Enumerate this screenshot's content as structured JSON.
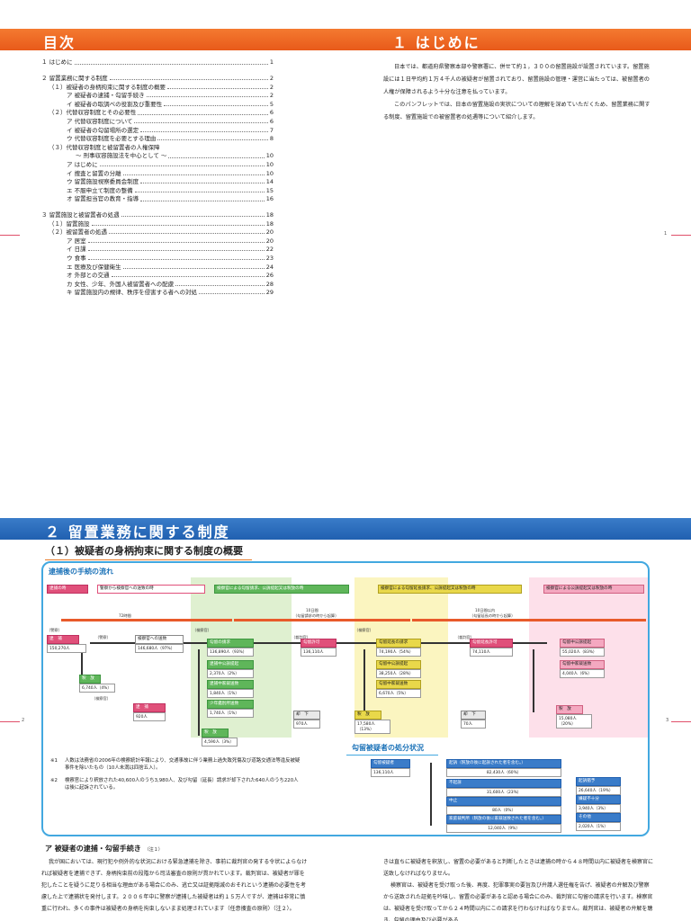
{
  "bands": {
    "toc": "目次",
    "intro": "１ はじめに",
    "section2": "２ 留置業務に関する制度"
  },
  "toc": [
    {
      "label": "１ はじめに",
      "page": "1"
    },
    {
      "label": "２ 留置業務に関する制度",
      "page": "2"
    },
    {
      "label": "（１）被疑者の身柄拘束に関する制度の概要",
      "page": "2"
    },
    {
      "label": "ア 被疑者の逮捕・勾留手続き",
      "page": "2"
    },
    {
      "label": "イ 被疑者の取調べの役割及び重要性",
      "page": "5"
    },
    {
      "label": "（２）代替収容制度とその必要性",
      "page": "6"
    },
    {
      "label": "ア 代替収容制度について",
      "page": "6"
    },
    {
      "label": "イ 被疑者の勾留場所の選定",
      "page": "7"
    },
    {
      "label": "ウ 代替収容制度を必要とする理由",
      "page": "8"
    },
    {
      "label": "（３）代替収容制度と被留置者の人権保障",
      "page": ""
    },
    {
      "label": "～ 刑事収容施設法を中心として ～",
      "page": "10"
    },
    {
      "label": "ア はじめに",
      "page": "10"
    },
    {
      "label": "イ 捜査と留置の分離",
      "page": "10"
    },
    {
      "label": "ウ 留置施設視察委員会制度",
      "page": "14"
    },
    {
      "label": "エ 不服申立て制度の整備",
      "page": "15"
    },
    {
      "label": "オ 留置担当官の教育・指導",
      "page": "16"
    },
    {
      "label": "３ 留置施設と被留置者の処遇",
      "page": "18"
    },
    {
      "label": "（１）留置施設",
      "page": "18"
    },
    {
      "label": "（２）被留置者の処遇",
      "page": "20"
    },
    {
      "label": "ア 居室",
      "page": "20"
    },
    {
      "label": "イ 日課",
      "page": "22"
    },
    {
      "label": "ウ 食事",
      "page": "23"
    },
    {
      "label": "エ 医療及び保健衛生",
      "page": "24"
    },
    {
      "label": "オ 外部との交通",
      "page": "26"
    },
    {
      "label": "カ 女性、少年、外国人被留置者への配慮",
      "page": "28"
    },
    {
      "label": "キ 留置施設内の規律、秩序を侵害する者への対処",
      "page": "29"
    }
  ],
  "intro": [
    "日本では、都道府県警察本部や警察署に、併せて約１，３００の留置施設が設置されています。留置施設には１日平均約１万４千人の被疑者が留置されており、留置施設の管理・運営に当たっては、被留置者の人権が保障されるよう十分な注意を払っています。",
    "このパンフレットでは、日本の留置施設の実状についての理解を深めていただくため、留置業務に関する制度、留置施設での被留置者の処遇等について紹介します。"
  ],
  "page_numbers": {
    "p1": "1",
    "p2": "2",
    "p3": "3"
  },
  "subheading": "（１）被疑者の身柄拘束に関する制度の概要",
  "figure": {
    "title": "逮捕後の手続の流れ",
    "arrest_time": "逮捕の時",
    "police_to_prosecutor": "警察から検察官への送致の時",
    "detention_request": "検察官による勾留請求、公訴提起又は釈放の時",
    "extension_request": "検察官による勾留延長請求、公訴提起又は釈放の時",
    "after_extension": "検察官による公訴提起又は釈放の時",
    "h72": "72時間",
    "d10": "10日間",
    "d10_note": "（勾留請求の時から起算）",
    "d10b": "10日間以内",
    "d10b_note": "（勾留延長の時から起算）",
    "police": "（警察）",
    "prosecutor": "（検察官）",
    "judge": "（裁判官）",
    "arrest": "逮　捕",
    "arrest_count": "150,270人",
    "send_prosecutor": "検察官への送致",
    "send_count": "146,680人（97%）",
    "release": "釈　放",
    "release_count": "6,740人（4%）",
    "arrest2": "逮　捕",
    "arrest2_count": "920人",
    "detain_req": "勾留の請求",
    "detain_req_count": "136,890人（93%）",
    "public_prosecution": "逮捕中公訴提起",
    "public_prosecution_count": "2,370人（2%）",
    "summary_court": "逮捕中家裁送致",
    "summary_court_count": "1,840人（1%）",
    "juvenile": "少年鑑別所送致",
    "juvenile_count": "1,740人（1%）",
    "release3": "釈　放",
    "release3_count": "4,590人（3%）",
    "detain_permit": "勾留許可",
    "detain_permit_count": "136,110人",
    "dismiss1": "却　下",
    "dismiss1_count": "970人",
    "ext_req": "勾留延長の請求",
    "ext_req_count": "74,190人（54%）",
    "detain_prosecution": "勾留中公訴提起",
    "detain_prosecution_count": "38,250人（28%）",
    "detain_family": "勾留中家裁送致",
    "detain_family_count": "6,670人（5%）",
    "release4": "釈　放",
    "release4_count": "17,580人（13%）",
    "ext_permit": "勾留延長許可",
    "ext_permit_count": "74,110人",
    "dismiss2": "却　下",
    "dismiss2_count": "70人",
    "ext_prosecution": "勾留中公訴提起",
    "ext_prosecution_count": "55,020人（83%）",
    "ext_family": "勾留中家裁送致",
    "ext_family_count": "4,040人（6%）",
    "release5": "釈　放",
    "release5_count": "15,080人（20%）"
  },
  "notes": [
    {
      "mark": "※1",
      "text": "人数は法務省の2006年の検察統計年報により、交通事故に伴う業務上過失致死傷及び道路交通法等違反被疑事件を除いたもの（10人未満は四捨五入）。"
    },
    {
      "mark": "※2",
      "text": "検察官により釈放された40,600人のうち3,980人、及び勾留（延長）請求が却下された640人のうち220人は後に起訴されている。"
    }
  ],
  "disposition": {
    "title": "勾留被疑者の処分状況",
    "detained": "勾留被疑者",
    "detained_count": "136,110人",
    "indict": "起訴（釈放の後に起訴された者を含む。）",
    "indict_count": "82,430人（60%）",
    "non_indict": "不起訴",
    "non_indict_count": "31,600人（23%）",
    "suspend": "中止",
    "suspend_count": "80人（0%）",
    "family": "家庭裁判所（釈放の後に家裁送致された者を含む。）",
    "family_count": "12,040人（9%）",
    "deferred": "起訴猶予",
    "deferred_count": "26,640人（19%）",
    "insufficient": "嫌疑不十分",
    "insufficient_count": "3,940人（3%）",
    "other": "その他",
    "other_count": "2,020人（1%）"
  },
  "sub_a": {
    "title": "ア 被疑者の逮捕・勾留手続き",
    "note": "（注１）"
  },
  "body_left": [
    "我が国においては、現行犯や例外的な状況における緊急逮捕を除き、事前に裁判官の発する令状によらなければ被疑者を逮捕できず、身柄拘束前の段階から司法審査の原則が貫かれています。裁判官は、被疑者が罪を犯したことを疑うに足りる相当な理由がある場合にのみ、逃亡又は証拠隠滅のおそれという逮捕の必要性を考慮した上で逮捕状を発付します。２００６年中に警察が逮捕した被疑者は約１５万人ですが、逮捕は非常に慎重に行われ、多くの事件は被疑者の身柄を拘束しないまま処理されています（任意捜査の原則）（注２）。"
  ],
  "body_right": [
    "きは直ちに被疑者を釈放し、留置の必要があると判断したときは逮捕の時から４８時間以内に被疑者を検察官に送致しなければなりません。",
    "検察官は、被疑者を受け取った後、再度、犯罪事実の要旨及び弁護人選任権を告げ、被疑者の弁解及び警察から送致された証拠を吟味し、留置の必要があると認める場合にのみ、裁判官に勾留の請求を行います。検察官は、被疑者を受け取ってから２４時間以内にこの請求を行わなければなりません。裁判官は、被疑者の弁解を聴き、勾留の理由及び必要がある"
  ]
}
